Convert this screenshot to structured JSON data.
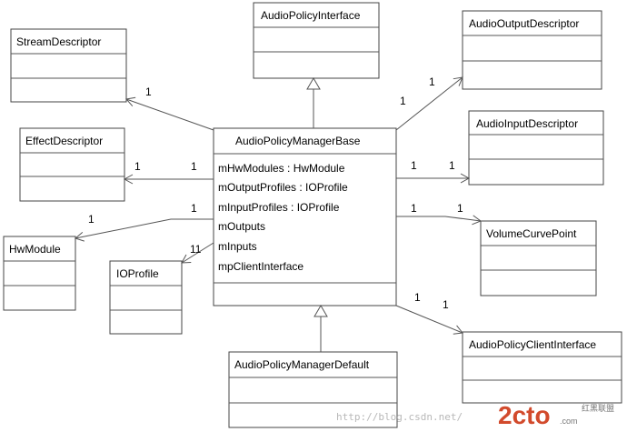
{
  "classes": {
    "audio_policy_interface": "AudioPolicyInterface",
    "stream_descriptor": "StreamDescriptor",
    "audio_output_descriptor": "AudioOutputDescriptor",
    "audio_input_descriptor": "AudioInputDescriptor",
    "effect_descriptor": "EffectDescriptor",
    "hw_module": "HwModule",
    "io_profile": "IOProfile",
    "volume_curve_point": "VolumeCurvePoint",
    "audio_policy_client_interface": "AudioPolicyClientInterface",
    "audio_policy_manager_default": "AudioPolicyManagerDefault",
    "audio_policy_manager_base": "AudioPolicyManagerBase"
  },
  "base_attributes": [
    "mHwModules : HwModule",
    "mOutputProfiles : IOProfile",
    "mInputProfiles : IOProfile",
    "mOutputs",
    "mInputs",
    "mpClientInterface"
  ],
  "multiplicities": {
    "stream": "1",
    "effect_src": "1",
    "effect_dst": "1",
    "hw_src": "1",
    "hw_dst": "1",
    "io_profile": "11",
    "output_src": "1",
    "output_dst": "1",
    "input_src": "1",
    "input_dst": "1",
    "volume_src": "1",
    "volume_dst": "1",
    "client_src": "1",
    "client_dst": "1"
  },
  "watermark": {
    "url": "http://blog.csdn.net/",
    "logo_main": "2cto",
    "logo_sub": ".com",
    "logo_cn": "红黑联盟"
  }
}
